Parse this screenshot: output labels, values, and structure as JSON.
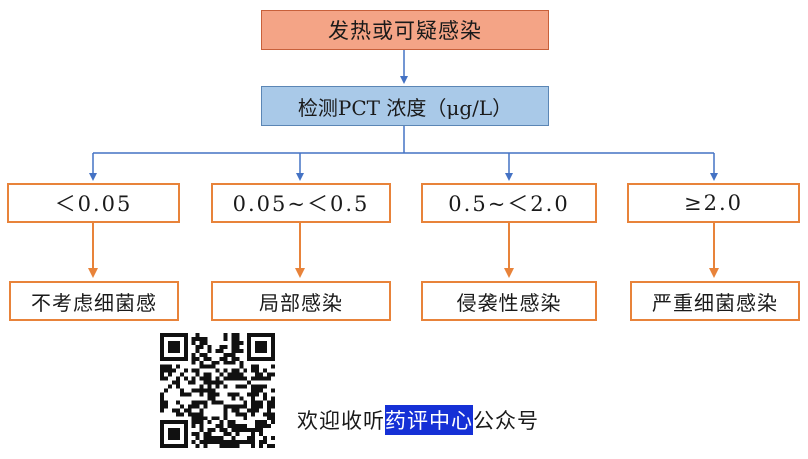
{
  "flow": {
    "top": "发热或可疑感染",
    "test": "检测PCT 浓度（μg/L）",
    "ranges": [
      "＜0.05",
      "0.05~＜0.5",
      "0.5~＜2.0",
      "≥2.0"
    ],
    "results": [
      "不考虑细菌感",
      "局部感染",
      "侵袭性感染",
      "严重细菌感染"
    ]
  },
  "footer": {
    "prefix": "欢迎收听",
    "highlight": "药评中心",
    "suffix": "公众号"
  },
  "colors": {
    "top_fill": "#f4a486",
    "test_fill": "#a9c9e8",
    "blue_line": "#4472c4",
    "orange_line": "#e8833a",
    "highlight": "#1530d6"
  }
}
